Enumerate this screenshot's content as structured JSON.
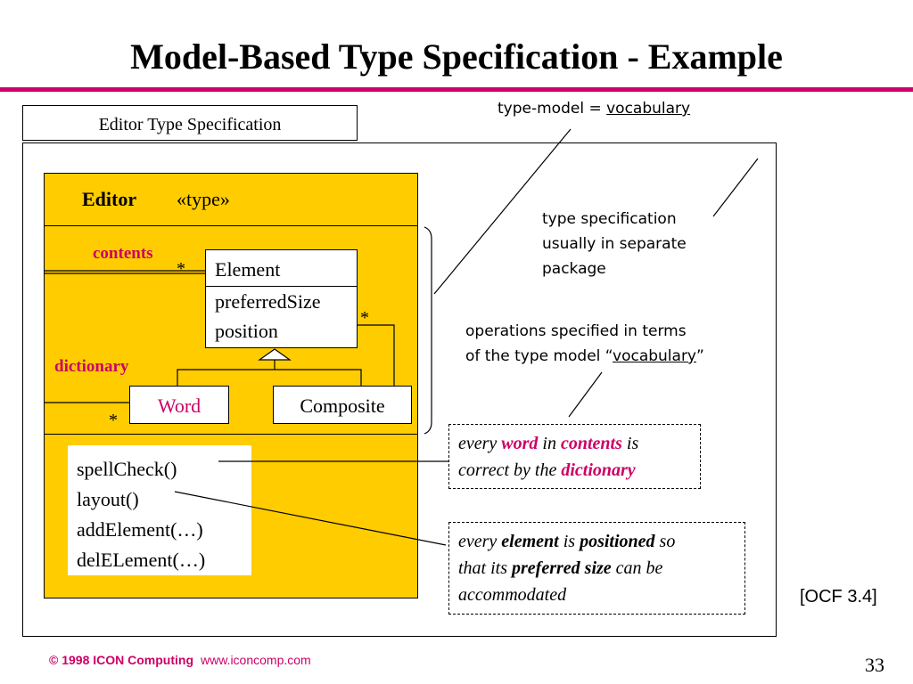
{
  "slide": {
    "title": "Model-Based Type Specification - Example",
    "page_number": "33",
    "reference": "[OCF 3.4]"
  },
  "footer": {
    "copyright": "© 1998 ICON Computing",
    "url": "www.iconcomp.com"
  },
  "package": {
    "tab_label": "Editor Type Specification"
  },
  "editor_type": {
    "name": "Editor",
    "stereotype": "«type»",
    "roles": {
      "contents": "contents",
      "dictionary": "dictionary"
    },
    "multiplicity_contents": "*",
    "multiplicity_dictionary": "*",
    "multiplicity_element": "*",
    "operations": [
      "spellCheck()",
      "layout()",
      "addElement(…)",
      "delELement(…)"
    ]
  },
  "element_class": {
    "name": "Element",
    "attributes": [
      "preferredSize",
      "position"
    ]
  },
  "subclasses": {
    "word": "Word",
    "composite": "Composite"
  },
  "notes": {
    "type_model_prefix": "type-model = ",
    "type_model_link": "vocabulary",
    "separate_package": [
      "type specification",
      "usually in separate",
      "package"
    ],
    "operations_line1": "operations specified in terms",
    "operations_line2_prefix": "of the type model “",
    "operations_line2_link": "vocabulary",
    "operations_line2_suffix": "”"
  },
  "constraints": {
    "spellcheck": {
      "t1": "every ",
      "word": "word",
      "t2": " in ",
      "contents": "contents",
      "t3": " is",
      "t4": "correct by the ",
      "dictionary": "dictionary"
    },
    "layout": {
      "t1": "every ",
      "element": "element",
      "t2": " is ",
      "positioned": "positioned",
      "t3": " so",
      "t4": "that its ",
      "preferred_size": "preferred size",
      "t5": " can be",
      "t6": "accommodated"
    }
  },
  "colors": {
    "accent_magenta": "#cc0066",
    "type_fill_yellow": "#ffcc00"
  }
}
